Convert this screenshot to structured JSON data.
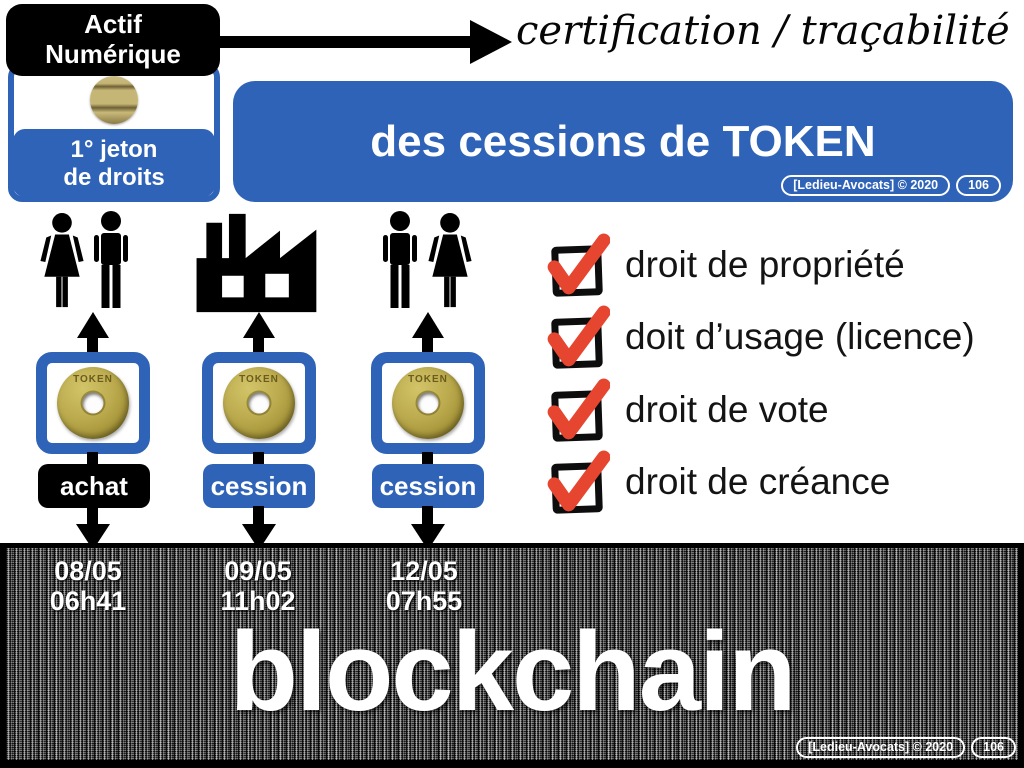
{
  "header": {
    "actif_box": {
      "line1": "Actif",
      "line2": "Numérique"
    },
    "jeton_box": {
      "line1": "1° jeton",
      "line2": "de droits"
    },
    "script_title": "certification / traçabilité",
    "banner_title": "des cessions de TOKEN",
    "credit": "[Ledieu-Avocats] © 2020",
    "page_number": "106"
  },
  "coin_text": "TOKEN",
  "columns": [
    {
      "actors": "woman-and-man",
      "label": "achat",
      "label_color": "black",
      "date": "08/05",
      "time": "06h41"
    },
    {
      "actors": "factory",
      "label": "cession",
      "label_color": "blue",
      "date": "09/05",
      "time": "11h02"
    },
    {
      "actors": "man-and-woman",
      "label": "cession",
      "label_color": "blue",
      "date": "12/05",
      "time": "07h55"
    }
  ],
  "checklist": [
    "droit de propriété",
    "doit d’usage (licence)",
    "droit de vote",
    "droit de créance"
  ],
  "blockchain_label": "blockchain",
  "colors": {
    "blue": "#2f63b7",
    "black": "#000000",
    "check_red": "#e64530",
    "coin_gold": "#b3a244"
  }
}
